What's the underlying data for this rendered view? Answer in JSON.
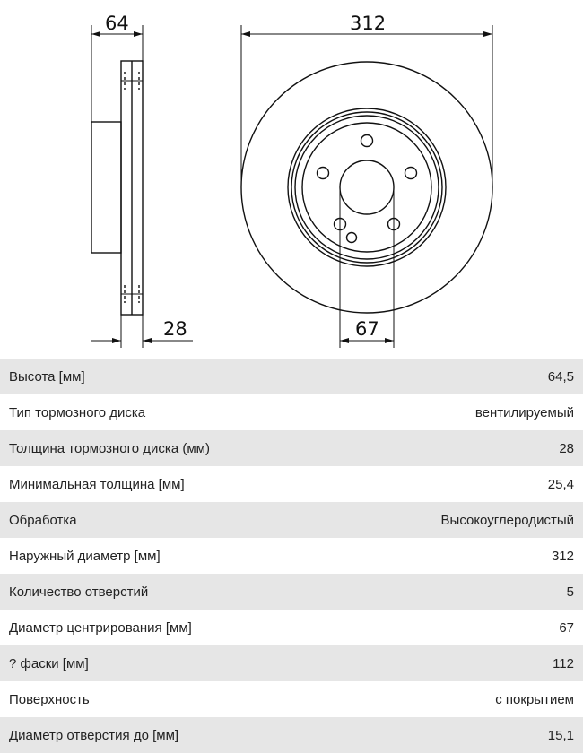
{
  "drawing": {
    "dim_width": "64",
    "dim_outer_diameter": "312",
    "dim_thickness": "28",
    "dim_center_bore": "67"
  },
  "specs": [
    {
      "label": "Высота [мм]",
      "value": "64,5"
    },
    {
      "label": "Тип тормозного диска",
      "value": "вентилируемый"
    },
    {
      "label": "Толщина тормозного диска (мм)",
      "value": "28"
    },
    {
      "label": "Минимальная толщина [мм]",
      "value": "25,4"
    },
    {
      "label": "Обработка",
      "value": "Высокоуглеродистый"
    },
    {
      "label": "Наружный диаметр [мм]",
      "value": "312"
    },
    {
      "label": "Количество отверстий",
      "value": "5"
    },
    {
      "label": "Диаметр центрирования [мм]",
      "value": "67"
    },
    {
      "label": "? фаски [мм]",
      "value": "112"
    },
    {
      "label": "Поверхность",
      "value": "с покрытием"
    },
    {
      "label": "Диаметр отверстия до [мм]",
      "value": "15,1"
    }
  ]
}
